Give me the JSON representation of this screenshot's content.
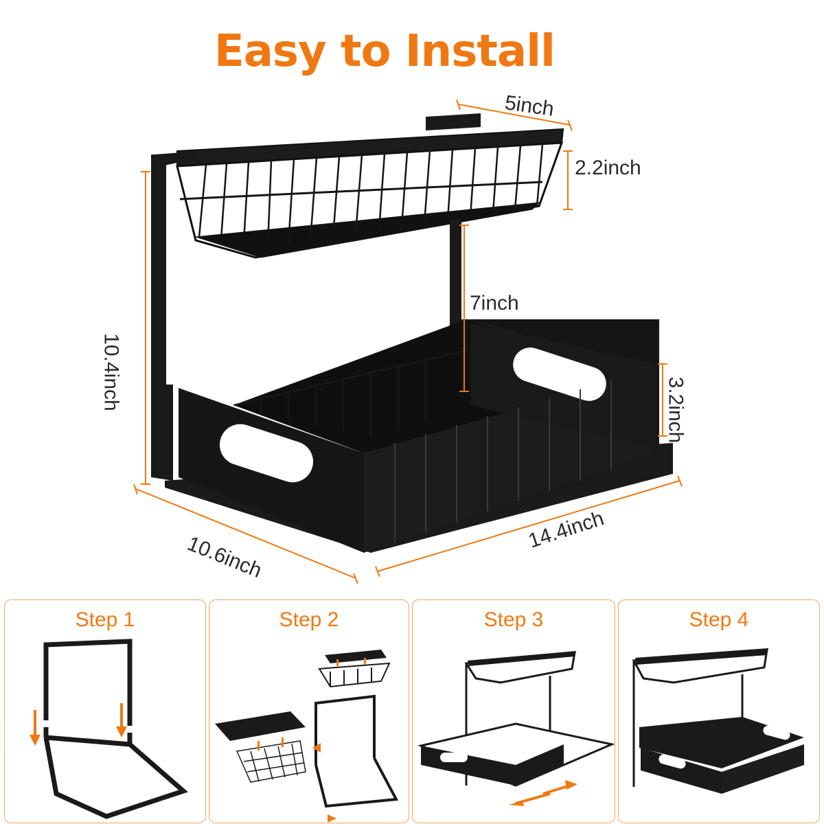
{
  "title": "Easy to Install",
  "dimensions": {
    "top_width": "5inch",
    "top_height": "2.2inch",
    "gap": "7inch",
    "total_height": "10.4inch",
    "bottom_height": "3.2inch",
    "depth": "10.6inch",
    "length": "14.4inch"
  },
  "steps": [
    {
      "label": "Step 1"
    },
    {
      "label": "Step 2"
    },
    {
      "label": "Step 3"
    },
    {
      "label": "Step 4"
    }
  ],
  "colors": {
    "accent": "#f07812",
    "product": "#1a1a1a",
    "dimension_line": "#f07812"
  }
}
